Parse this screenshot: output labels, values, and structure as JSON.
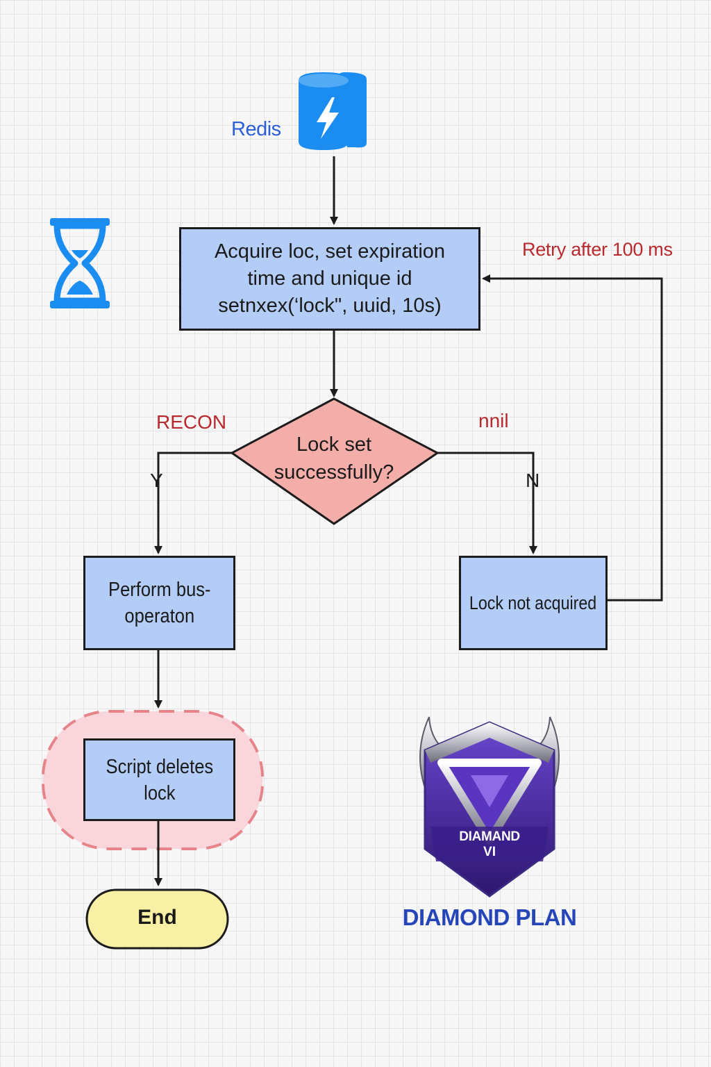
{
  "redis": {
    "label": "Redis"
  },
  "acquire_box": {
    "text": "Acquire loc, set expiration\ntime and unique id\nsetnxex(‘lock\", uuid, 10s)"
  },
  "retry_label": "Retry after 100 ms",
  "decision": {
    "text": "Lock set\nsuccessfully?"
  },
  "left_note": "RECON",
  "right_note": "nnil",
  "yes_label": "Y",
  "no_label": "N",
  "perform_box": {
    "text": "Perform bus-\noperaton"
  },
  "not_acquired_box": {
    "text": "Lock not acquired"
  },
  "delete_box": {
    "text": "Script deletes\nlock"
  },
  "end_terminal": {
    "text": "End"
  },
  "badge": {
    "line1": "DIAMAND",
    "line2": "VI",
    "caption": "DIAMOND PLAN"
  },
  "colors": {
    "process_fill": "#b4cdf6",
    "decision_fill": "#f4aeaa",
    "terminal_fill": "#f8f0a4",
    "highlight_fill": "#f9d6db",
    "highlight_stroke": "#e6848a",
    "redis_blue": "#1b8cf0",
    "label_red": "#b8282c",
    "caption_blue": "#2645b8",
    "badge_purple": "#4a2aa0"
  }
}
